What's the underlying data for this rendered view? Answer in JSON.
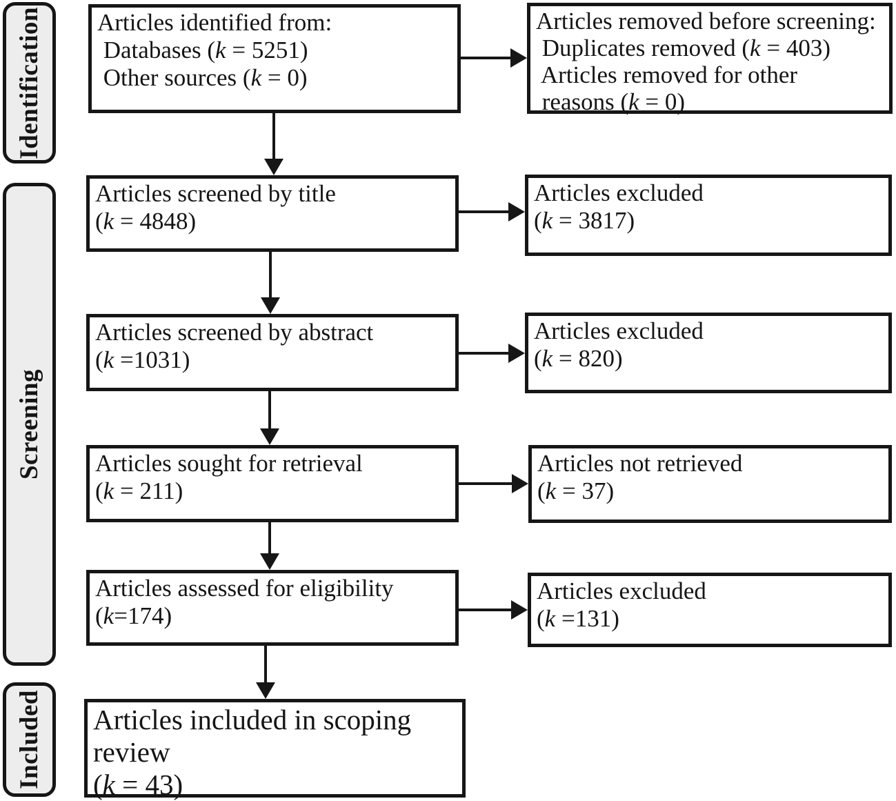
{
  "figure": {
    "title": "PRISMA-style scoping review flow diagram",
    "colors": {
      "box_border": "#161616",
      "text": "#151515",
      "stage_fill": "#ededed",
      "background": "#ffffff"
    }
  },
  "sidebar": {
    "stages": [
      {
        "id": "identification",
        "label": "Identification"
      },
      {
        "id": "screening",
        "label": "Screening"
      },
      {
        "id": "included",
        "label": "Included"
      }
    ]
  },
  "boxes": [
    {
      "id": "identified",
      "column": "main",
      "lines": [
        [
          {
            "t": "Articles identified from:"
          }
        ],
        [
          {
            "t": " Databases ("
          },
          {
            "t": "k",
            "i": true
          },
          {
            "t": " = 5251)"
          }
        ],
        [
          {
            "t": " Other sources ("
          },
          {
            "t": "k",
            "i": true
          },
          {
            "t": " = 0)"
          }
        ]
      ]
    },
    {
      "id": "removed-before-screening",
      "column": "side",
      "lines": [
        [
          {
            "t": "Articles removed before screening:"
          }
        ],
        [
          {
            "t": " Duplicates removed ("
          },
          {
            "t": "k",
            "i": true
          },
          {
            "t": " = 403)"
          }
        ],
        [
          {
            "t": " Articles removed for other"
          }
        ],
        [
          {
            "t": " reasons ("
          },
          {
            "t": "k",
            "i": true
          },
          {
            "t": " = 0)"
          }
        ]
      ]
    },
    {
      "id": "screened-title",
      "column": "main",
      "lines": [
        [
          {
            "t": "Articles screened by title"
          }
        ],
        [
          {
            "t": "("
          },
          {
            "t": "k",
            "i": true
          },
          {
            "t": " = 4848)"
          }
        ]
      ]
    },
    {
      "id": "excluded-title",
      "column": "side",
      "lines": [
        [
          {
            "t": "Articles excluded"
          }
        ],
        [
          {
            "t": "("
          },
          {
            "t": "k",
            "i": true
          },
          {
            "t": " = 3817)"
          }
        ]
      ]
    },
    {
      "id": "screened-abstract",
      "column": "main",
      "lines": [
        [
          {
            "t": "Articles screened by abstract"
          }
        ],
        [
          {
            "t": "("
          },
          {
            "t": "k",
            "i": true
          },
          {
            "t": " =1031)"
          }
        ]
      ]
    },
    {
      "id": "excluded-abstract",
      "column": "side",
      "lines": [
        [
          {
            "t": "Articles excluded"
          }
        ],
        [
          {
            "t": "("
          },
          {
            "t": "k",
            "i": true
          },
          {
            "t": " = 820)"
          }
        ]
      ]
    },
    {
      "id": "sought-retrieval",
      "column": "main",
      "lines": [
        [
          {
            "t": "Articles sought for retrieval"
          }
        ],
        [
          {
            "t": "("
          },
          {
            "t": "k",
            "i": true
          },
          {
            "t": " = 211)"
          }
        ]
      ]
    },
    {
      "id": "not-retrieved",
      "column": "side",
      "lines": [
        [
          {
            "t": "Articles not retrieved"
          }
        ],
        [
          {
            "t": "("
          },
          {
            "t": "k",
            "i": true
          },
          {
            "t": " = 37)"
          }
        ]
      ]
    },
    {
      "id": "assessed-eligibility",
      "column": "main",
      "lines": [
        [
          {
            "t": "Articles assessed for eligibility"
          }
        ],
        [
          {
            "t": "("
          },
          {
            "t": "k",
            "i": true
          },
          {
            "t": "=174)"
          }
        ]
      ]
    },
    {
      "id": "excluded-eligibility",
      "column": "side",
      "lines": [
        [
          {
            "t": "Articles excluded"
          }
        ],
        [
          {
            "t": "("
          },
          {
            "t": "k",
            "i": true
          },
          {
            "t": " =131)"
          }
        ]
      ]
    },
    {
      "id": "included-review",
      "column": "main",
      "lines": [
        [
          {
            "t": "Articles included in scoping"
          }
        ],
        [
          {
            "t": "review"
          }
        ],
        [
          {
            "t": "("
          },
          {
            "t": "k",
            "i": true
          },
          {
            "t": " = 43)"
          }
        ]
      ]
    }
  ]
}
